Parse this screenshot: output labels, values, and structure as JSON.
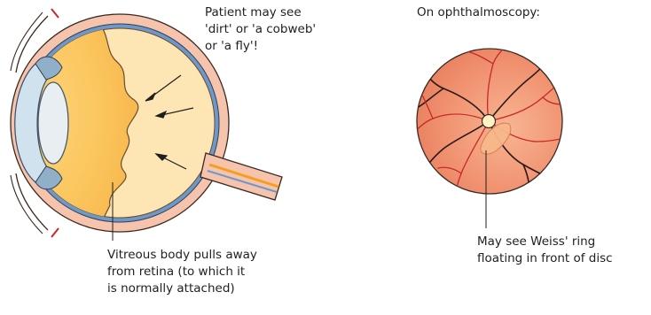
{
  "eye": {
    "patient_label": [
      "Patient may see",
      "'dirt' or 'a cobweb'",
      "or 'a fly'!"
    ],
    "vitreous_label": [
      "Vitreous body pulls away",
      "from retina (to which it",
      "is normally attached)"
    ]
  },
  "fundus": {
    "title": "On ophthalmoscopy:",
    "weiss_label": [
      "May see Weiss' ring",
      "floating in front of disc"
    ]
  },
  "colors": {
    "sclera": "#f6c3ad",
    "choroid": "#6e98c8",
    "vitreous_detached": "#fde6b4",
    "vitreous_gel": "#fbcc6a",
    "fundus": "#f08f6a",
    "vessel": "#c62828",
    "disc": "#fff3c6"
  }
}
